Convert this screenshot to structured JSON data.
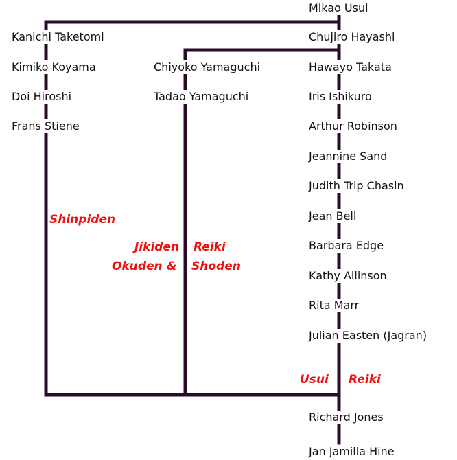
{
  "colors": {
    "line": "#2a0a2a",
    "label": "#ee1111",
    "text": "#111111"
  },
  "lineages": {
    "usui": {
      "label_a": "Usui",
      "label_b": "Reiki",
      "members": [
        "Mikao Usui",
        "Chujiro Hayashi",
        "Hawayo Takata",
        "Iris Ishikuro",
        "Arthur Robinson",
        "Jeannine Sand",
        "Judith Trip Chasin",
        "Jean Bell",
        "Barbara Edge",
        "Kathy Allinson",
        "Rita Marr",
        "Julian Easten (Jagran)",
        "Richard Jones",
        "Jan Jamilla Hine"
      ]
    },
    "shinpiden": {
      "label": "Shinpiden",
      "members": [
        "Kanichi Taketomi",
        "Kimiko Koyama",
        "Doi Hiroshi",
        "Frans Stiene"
      ]
    },
    "jikiden": {
      "label_a": "Jikiden",
      "label_b": "Reiki",
      "label_c": "Okuden &",
      "label_d": "Shoden",
      "members": [
        "Chiyoko Yamaguchi",
        "Tadao Yamaguchi"
      ]
    }
  }
}
